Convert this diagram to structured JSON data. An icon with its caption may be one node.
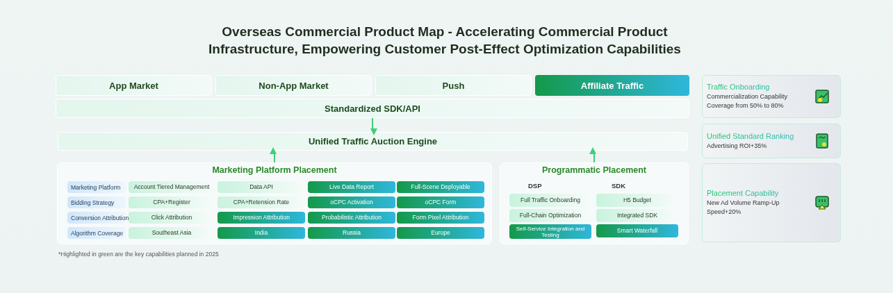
{
  "diagram": {
    "title": "Overseas Commercial Product Map - Accelerating Commercial Product Infrastructure, Empowering Customer Post-Effect Optimization Capabilities",
    "caption": "*Highlighted in green are the key capabilities planned in 2025",
    "nodes": [
      {
        "text": [
          "App Market"
        ]
      },
      {
        "text": [
          "Non-App Market"
        ]
      },
      {
        "text": [
          "Push"
        ]
      },
      {
        "text": [
          "Affiliate Traffic"
        ]
      },
      {
        "text": [
          "Standardized SDK/API"
        ]
      },
      {
        "text": [
          "Unified Traffic Auction Engine"
        ]
      },
      {
        "text": [
          "Marketing Platform Placement"
        ]
      },
      {
        "text": [
          "Marketing Platform"
        ],
        "in": 6
      },
      {
        "text": [
          "Account Tiered Management"
        ],
        "in": 6
      },
      {
        "text": [
          "Data API"
        ],
        "in": 6
      },
      {
        "text": [
          "Live Data Report"
        ],
        "in": 6
      },
      {
        "text": [
          "Full-Scene Deployable"
        ],
        "in": 6
      },
      {
        "text": [
          "Bidding Strategy"
        ],
        "in": 6
      },
      {
        "text": [
          "CPA+Register"
        ],
        "in": 6
      },
      {
        "text": [
          "CPA+Retension Rate"
        ],
        "in": 6
      },
      {
        "text": [
          "oCPC Activation"
        ],
        "in": 6
      },
      {
        "text": [
          "oCPC Form"
        ],
        "in": 6
      },
      {
        "text": [
          "Conversion Attribution"
        ],
        "in": 6
      },
      {
        "text": [
          "Click Attribution"
        ],
        "in": 6
      },
      {
        "text": [
          "Impression Attribution"
        ],
        "in": 6
      },
      {
        "text": [
          "Probabilistic Attribution"
        ],
        "in": 6
      },
      {
        "text": [
          "Form Pixel Attribution"
        ],
        "in": 6
      },
      {
        "text": [
          "Algorithm Coverage"
        ],
        "in": 6
      },
      {
        "text": [
          "Southeast Asia"
        ],
        "in": 6
      },
      {
        "text": [
          "India"
        ],
        "in": 6
      },
      {
        "text": [
          "Russia"
        ],
        "in": 6
      },
      {
        "text": [
          "Europe"
        ],
        "in": 6
      },
      {
        "text": [
          "Programmatic Placement"
        ]
      },
      {
        "text": [
          "Full Traffic Onboarding"
        ],
        "in": 27
      },
      {
        "text": [
          "H5 Budget"
        ],
        "in": 27
      },
      {
        "text": [
          "Full-Chain Optimization"
        ],
        "in": 27
      },
      {
        "text": [
          "Integrated SDK"
        ],
        "in": 27
      },
      {
        "text": [
          "Self-Service Integration and Testing"
        ],
        "in": 27
      },
      {
        "text": [
          "Smart Waterfall"
        ],
        "in": 27
      },
      {
        "text": [
          "Traffic Onboarding",
          "Commercialization Capability Coverage from 50% to 80%"
        ]
      },
      {
        "text": [
          "Unified Standard Ranking",
          "Advertising ROI+35%"
        ]
      },
      {
        "text": [
          "Placement Capability",
          "New Ad Volume Ramp-Up Speed+20%"
        ]
      }
    ],
    "edges": [
      {
        "from": 4,
        "to": 5,
        "arrow": "to"
      },
      {
        "from": 6,
        "to": 5,
        "arrow": "to"
      },
      {
        "from": 27,
        "to": 5,
        "arrow": "to"
      }
    ],
    "labels": [
      "DSP",
      "SDK"
    ]
  }
}
